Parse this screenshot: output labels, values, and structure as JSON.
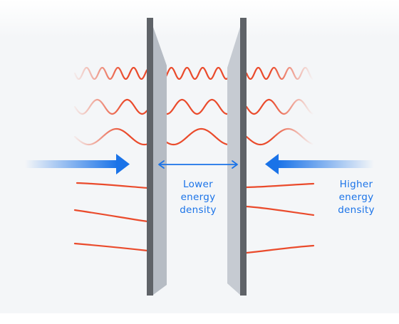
{
  "colors": {
    "background": "#f4f6f8",
    "wave": "#ea4b2c",
    "plate_edge": "#5f6368",
    "plate_face": "#b6bcc4",
    "arrow": "#1a73e8",
    "label": "#1a73e8"
  },
  "labels": {
    "inside": [
      "Lower",
      "energy",
      "density"
    ],
    "outside": [
      "Higher",
      "energy",
      "density"
    ]
  }
}
